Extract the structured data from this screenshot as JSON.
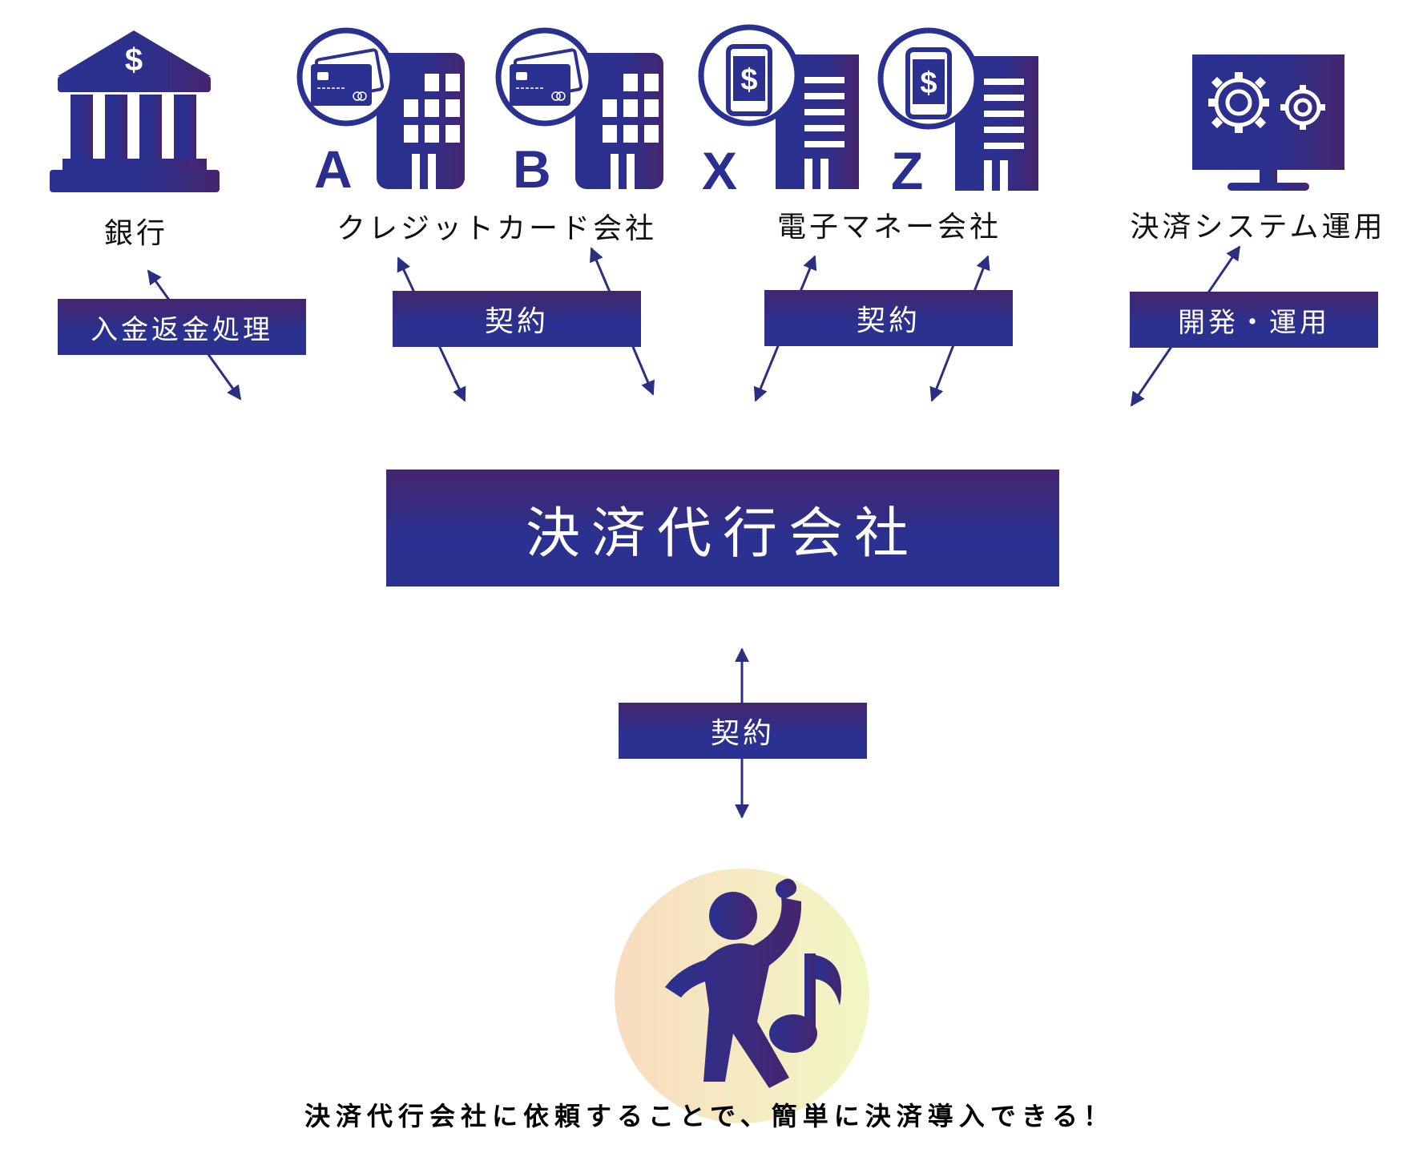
{
  "nodes": {
    "bank": {
      "label": "銀行"
    },
    "credit": {
      "label": "クレジットカード会社",
      "letters": [
        "A",
        "B"
      ]
    },
    "emoney": {
      "label": "電子マネー会社",
      "letters": [
        "X",
        "Z"
      ]
    },
    "system": {
      "label": "決済システム運用"
    }
  },
  "relations": {
    "bank": "入金返金処理",
    "credit": "契約",
    "emoney": "契約",
    "system": "開発・運用",
    "merchant": "契約"
  },
  "center": {
    "label": "決済代行会社"
  },
  "message": "決済代行会社に依頼することで、簡単に決済導入できる！",
  "icons": [
    "bank-icon",
    "credit-card-company-icon",
    "e-money-company-icon",
    "system-gears-icon",
    "dancing-person-icon",
    "music-note-icon"
  ],
  "colors": {
    "navy": "#2a3190",
    "purple": "#45256e",
    "circle_left": "#f8dcc0",
    "circle_right": "#f3f6c8"
  }
}
